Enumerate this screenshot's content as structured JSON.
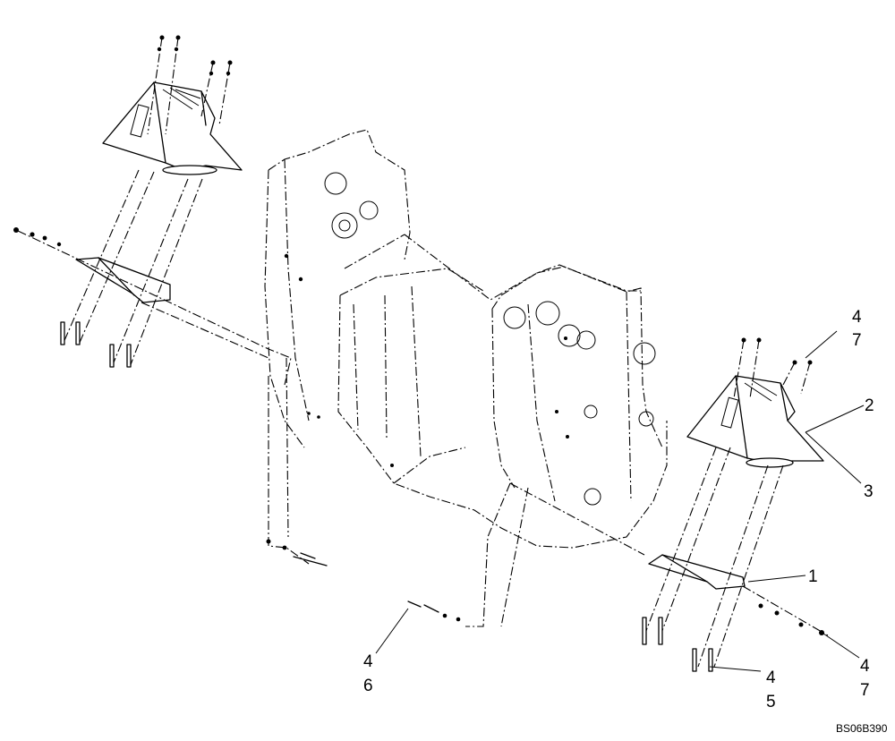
{
  "diagram": {
    "callouts": {
      "c1": "1",
      "c2": "2",
      "c3": "3",
      "c4_top": "4",
      "c7_top": "7",
      "c4_bottom_right": "4",
      "c7_bottom_right": "7",
      "c4_bottom_mid": "4",
      "c5_bottom_mid": "5",
      "c4_bottom_left": "4",
      "c6_bottom_left": "6"
    },
    "drawing_code": "BS06B390"
  }
}
